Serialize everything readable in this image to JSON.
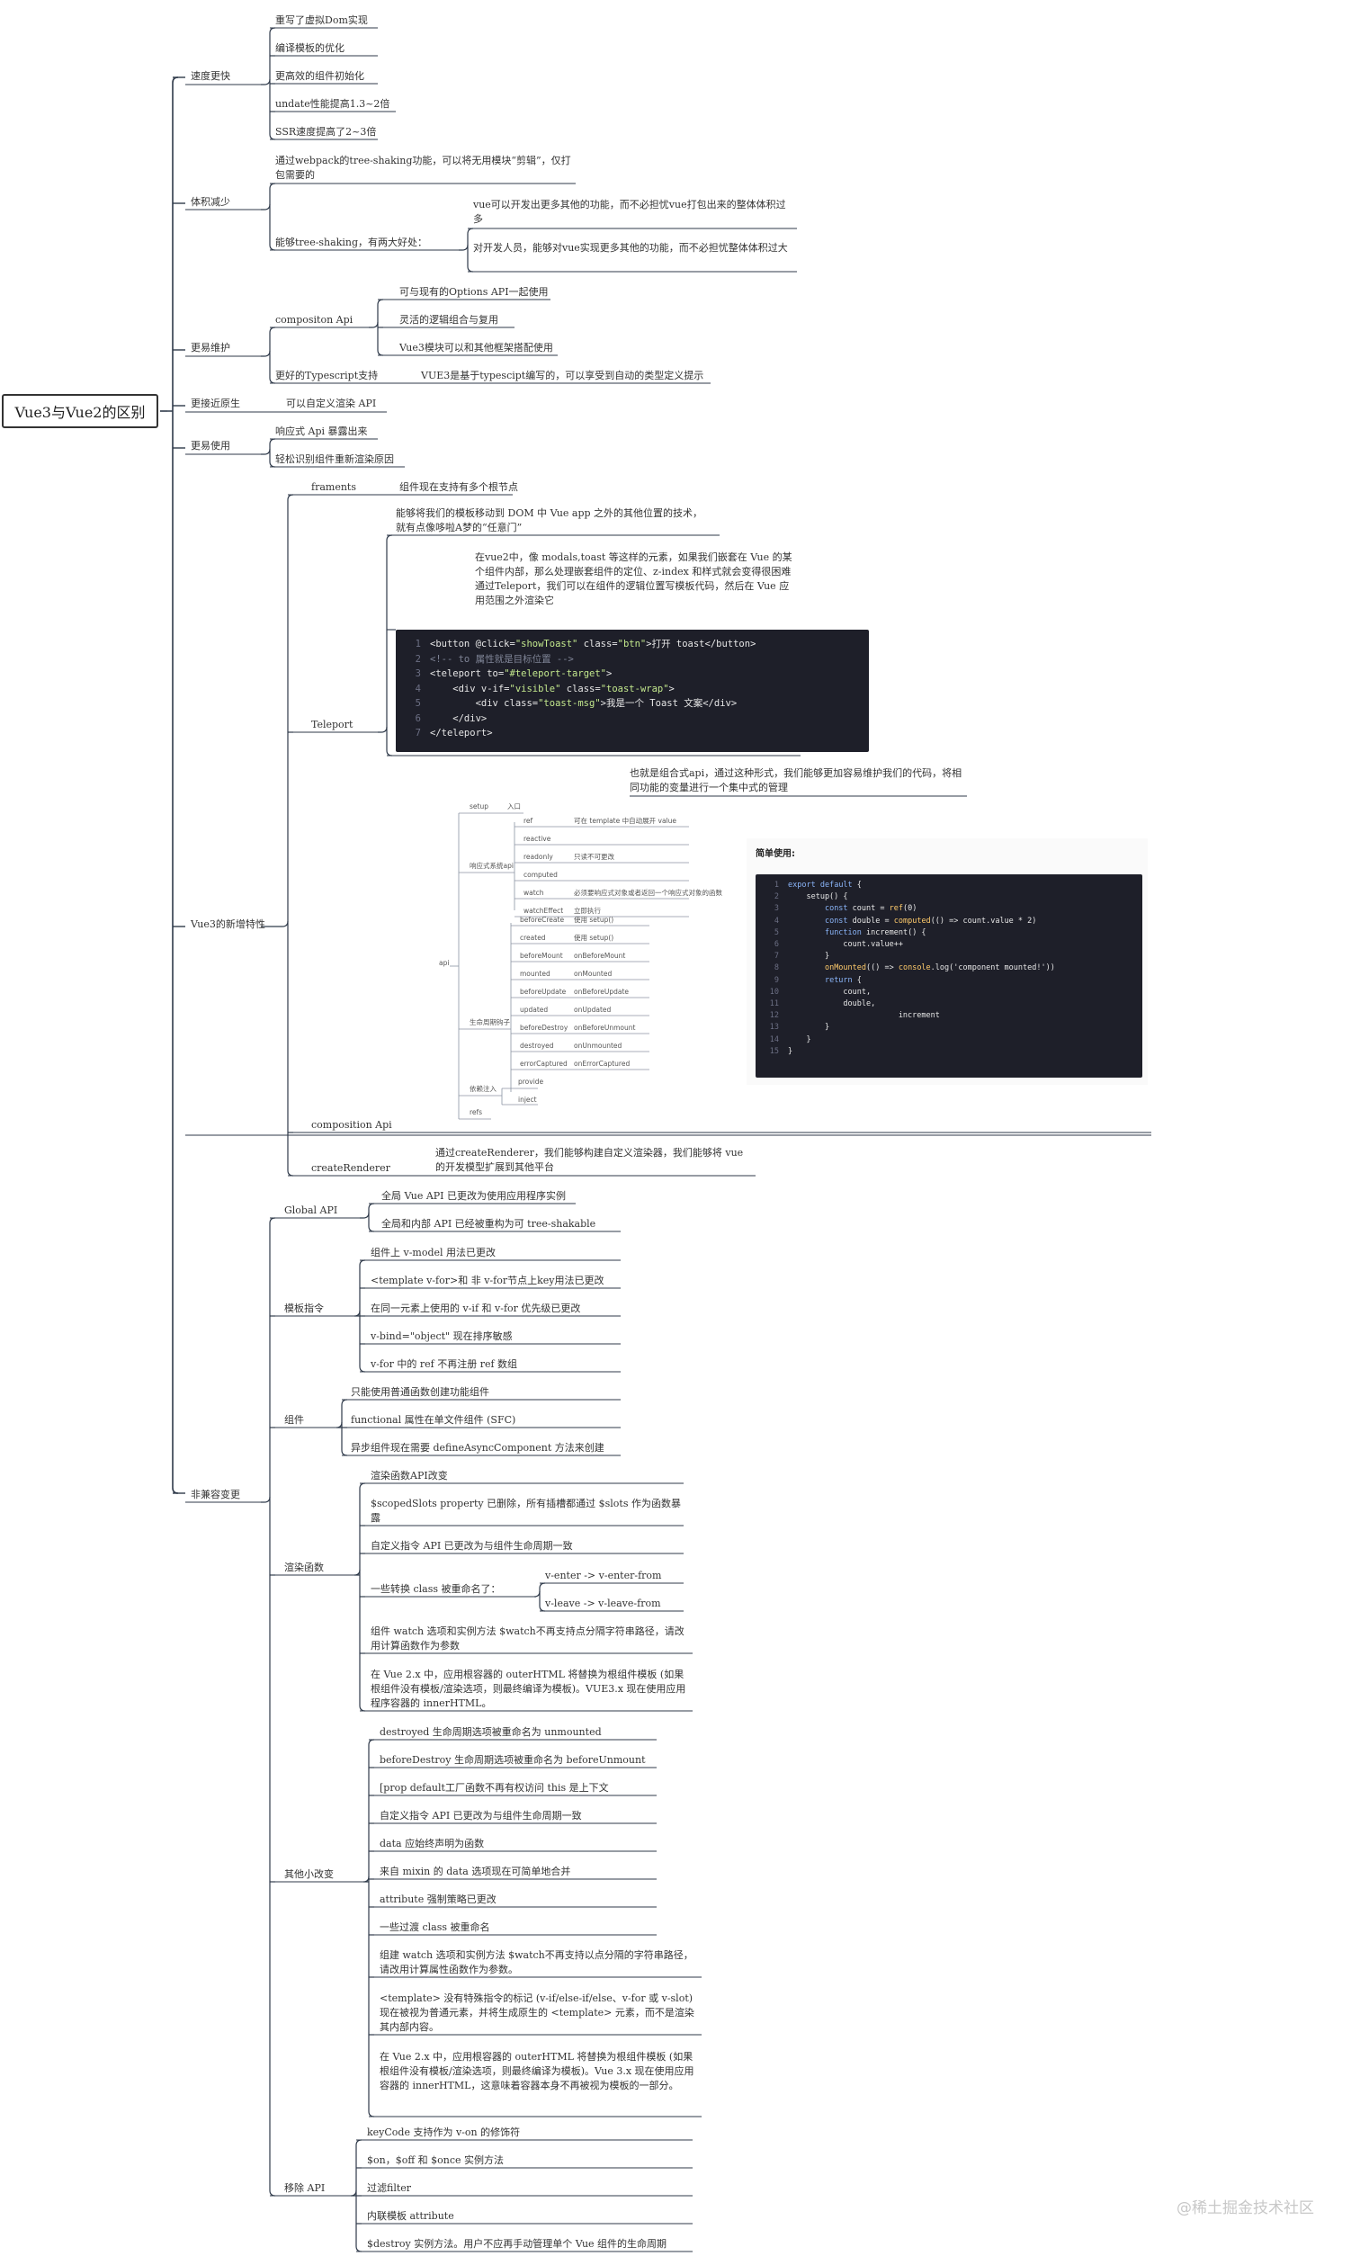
{
  "root": "Vue3与Vue2的区别",
  "branches": {
    "speed": {
      "label": "速度更快",
      "items": [
        "重写了虚拟Dom实现",
        "编译模板的优化",
        "更高效的组件初始化",
        "undate性能提高1.3~2倍",
        "SSR速度提高了2~3倍"
      ]
    },
    "size": {
      "label": "体积减少",
      "item1": "通过webpack的tree-shaking功能，可以将无用模块“剪辑”，仅打包需要的",
      "item2": "能够tree-shaking，有两大好处：",
      "sub": [
        "vue可以开发出更多其他的功能，而不必担忧vue打包出来的整体体积过多",
        "对开发人员，能够对vue实现更多其他的功能，而不必担忧整体体积过大"
      ]
    },
    "maintain": {
      "label": "更易维护",
      "composition": "compositon Api",
      "composition_items": [
        "可与现有的Options API一起使用",
        "灵活的逻辑组合与复用",
        "Vue3模块可以和其他框架搭配使用"
      ],
      "ts": "更好的Typescript支持",
      "ts_item": "VUE3是基于typescipt编写的，可以享受到自动的类型定义提示"
    },
    "native": {
      "label": "更接近原生",
      "item": "可以自定义渲染 API"
    },
    "easy": {
      "label": "更易使用",
      "items": [
        "响应式 Api 暴露出来",
        "轻松识别组件重新渲染原因"
      ]
    },
    "features": {
      "label": "Vue3的新增特性",
      "fragments": "framents",
      "fragments_item": "组件现在支持有多个根节点",
      "teleport": "Teleport",
      "teleport_item1": "能够将我们的模板移动到 DOM 中 Vue app 之外的其他位置的技术，就有点像哆啦A梦的“任意门”",
      "teleport_item2": "在vue2中，像 modals,toast 等这样的元素，如果我们嵌套在 Vue 的某个组件内部，那么处理嵌套组件的定位、z-index 和样式就会变得很困难\n通过Teleport，我们可以在组件的逻辑位置写模板代码，然后在 Vue 应用范围之外渲染它",
      "teleport_code": [
        "<button @click=\"showToast\" class=\"btn\">打开 toast</button>",
        "<!-- to 属性就是目标位置 -->",
        "<teleport to=\"#teleport-target\">",
        "    <div v-if=\"visible\" class=\"toast-wrap\">",
        "        <div class=\"toast-msg\">我是一个 Toast 文案</div>",
        "    </div>",
        "</teleport>"
      ],
      "composition": "composition Api",
      "composition_desc": "也就是组合式api，通过这种形式，我们能够更加容易维护我们的代码，将相同功能的变量进行一个集中式的管理",
      "simple_use": "简单使用:",
      "simple_code": [
        "export default {",
        "    setup() {",
        "        const count = ref(0)",
        "        const double = computed(() => count.value * 2)",
        "        function increment() {",
        "            count.value++",
        "        }",
        "        onMounted(() => console.log('component mounted!'))",
        "        return {",
        "            count,",
        "            double,",
        "                        increment",
        "        }",
        "    }",
        "}"
      ],
      "api_diagram": {
        "root": "api",
        "setup": "setup",
        "setup_note": "入口",
        "reactive_api": "响应式系统api",
        "reactive_items": [
          {
            "name": "ref",
            "note": "可在 template 中自动展开 value"
          },
          {
            "name": "reactive",
            "note": ""
          },
          {
            "name": "readonly",
            "note": "只读不可更改"
          },
          {
            "name": "computed",
            "note": ""
          },
          {
            "name": "watch",
            "note": "必须要响应式对象或者返回一个响应式对象的函数"
          },
          {
            "name": "watchEffect",
            "note": "立即执行"
          }
        ],
        "lifecycle": "生命周期钩子",
        "lifecycle_items": [
          {
            "name": "beforeCreate",
            "note": "使用 setup()"
          },
          {
            "name": "created",
            "note": "使用 setup()"
          },
          {
            "name": "beforeMount",
            "note": "onBeforeMount"
          },
          {
            "name": "mounted",
            "note": "onMounted"
          },
          {
            "name": "beforeUpdate",
            "note": "onBeforeUpdate"
          },
          {
            "name": "updated",
            "note": "onUpdated"
          },
          {
            "name": "beforeDestroy",
            "note": "onBeforeUnmount"
          },
          {
            "name": "destroyed",
            "note": "onUnmounted"
          },
          {
            "name": "errorCaptured",
            "note": "onErrorCaptured"
          }
        ],
        "inject": "依赖注入",
        "inject_items": [
          "provide",
          "inject"
        ],
        "refs": "refs"
      },
      "renderer": "createRenderer",
      "renderer_item": "通过createRenderer，我们能够构建自定义渲染器，我们能够将 vue 的开发模型扩展到其他平台"
    },
    "breaking": {
      "label": "非兼容变更",
      "global": "Global API",
      "global_items": [
        "全局 Vue API 已更改为使用应用程序实例",
        "全局和内部 API 已经被重构为可 tree-shakable"
      ],
      "template": "模板指令",
      "template_items": [
        "组件上 v-model 用法已更改",
        "<template v-for>和 非 v-for节点上key用法已更改",
        "在同一元素上使用的 v-if 和 v-for 优先级已更改",
        "v-bind=\"object\" 现在排序敏感",
        "v-for 中的 ref 不再注册 ref 数组"
      ],
      "component": "组件",
      "component_items": [
        "只能使用普通函数创建功能组件",
        "functional 属性在单文件组件 (SFC)",
        "异步组件现在需要 defineAsyncComponent 方法来创建"
      ],
      "render": "渲染函数",
      "render_items": [
        "渲染函数API改变",
        "$scopedSlots property 已删除，所有插槽都通过 $slots 作为函数暴露",
        "自定义指令 API 已更改为与组件生命周期一致",
        "一些转换 class 被重命名了：",
        "组件 watch 选项和实例方法 $watch不再支持点分隔字符串路径，请改用计算函数作为参数",
        "在 Vue 2.x 中，应用根容器的 outerHTML 将替换为根组件模板 (如果根组件没有模板/渲染选项，则最终编译为模板)。VUE3.x 现在使用应用程序容器的 innerHTML。"
      ],
      "render_class_items": [
        "v-enter -> v-enter-from",
        "v-leave -> v-leave-from"
      ],
      "misc": "其他小改变",
      "misc_items": [
        "destroyed 生命周期选项被重命名为 unmounted",
        "beforeDestroy 生命周期选项被重命名为 beforeUnmount",
        "[prop default工厂函数不再有权访问 this 是上下文",
        "自定义指令 API 已更改为与组件生命周期一致",
        "data 应始终声明为函数",
        "来自 mixin 的 data 选项现在可简单地合并",
        "attribute 强制策略已更改",
        "一些过渡 class 被重命名",
        "组建 watch 选项和实例方法 $watch不再支持以点分隔的字符串路径，请改用计算属性函数作为参数。",
        "<template> 没有特殊指令的标记 (v-if/else-if/else、v-for 或 v-slot) 现在被视为普通元素，并将生成原生的 <template> 元素，而不是渲染其内部内容。",
        "在 Vue 2.x 中，应用根容器的 outerHTML 将替换为根组件模板 (如果根组件没有模板/渲染选项，则最终编译为模板)。Vue 3.x 现在使用应用容器的 innerHTML，这意味着容器本身不再被视为模板的一部分。"
      ],
      "remove": "移除 API",
      "remove_items": [
        "keyCode 支持作为 v-on 的修饰符",
        "$on，$off 和 $once 实例方法",
        "过滤filter",
        "内联模板 attribute",
        "$destroy 实例方法。用户不应再手动管理单个 Vue 组件的生命周期"
      ]
    }
  },
  "watermark": "@稀土掘金技术社区",
  "line_color": "#2f3a4a"
}
